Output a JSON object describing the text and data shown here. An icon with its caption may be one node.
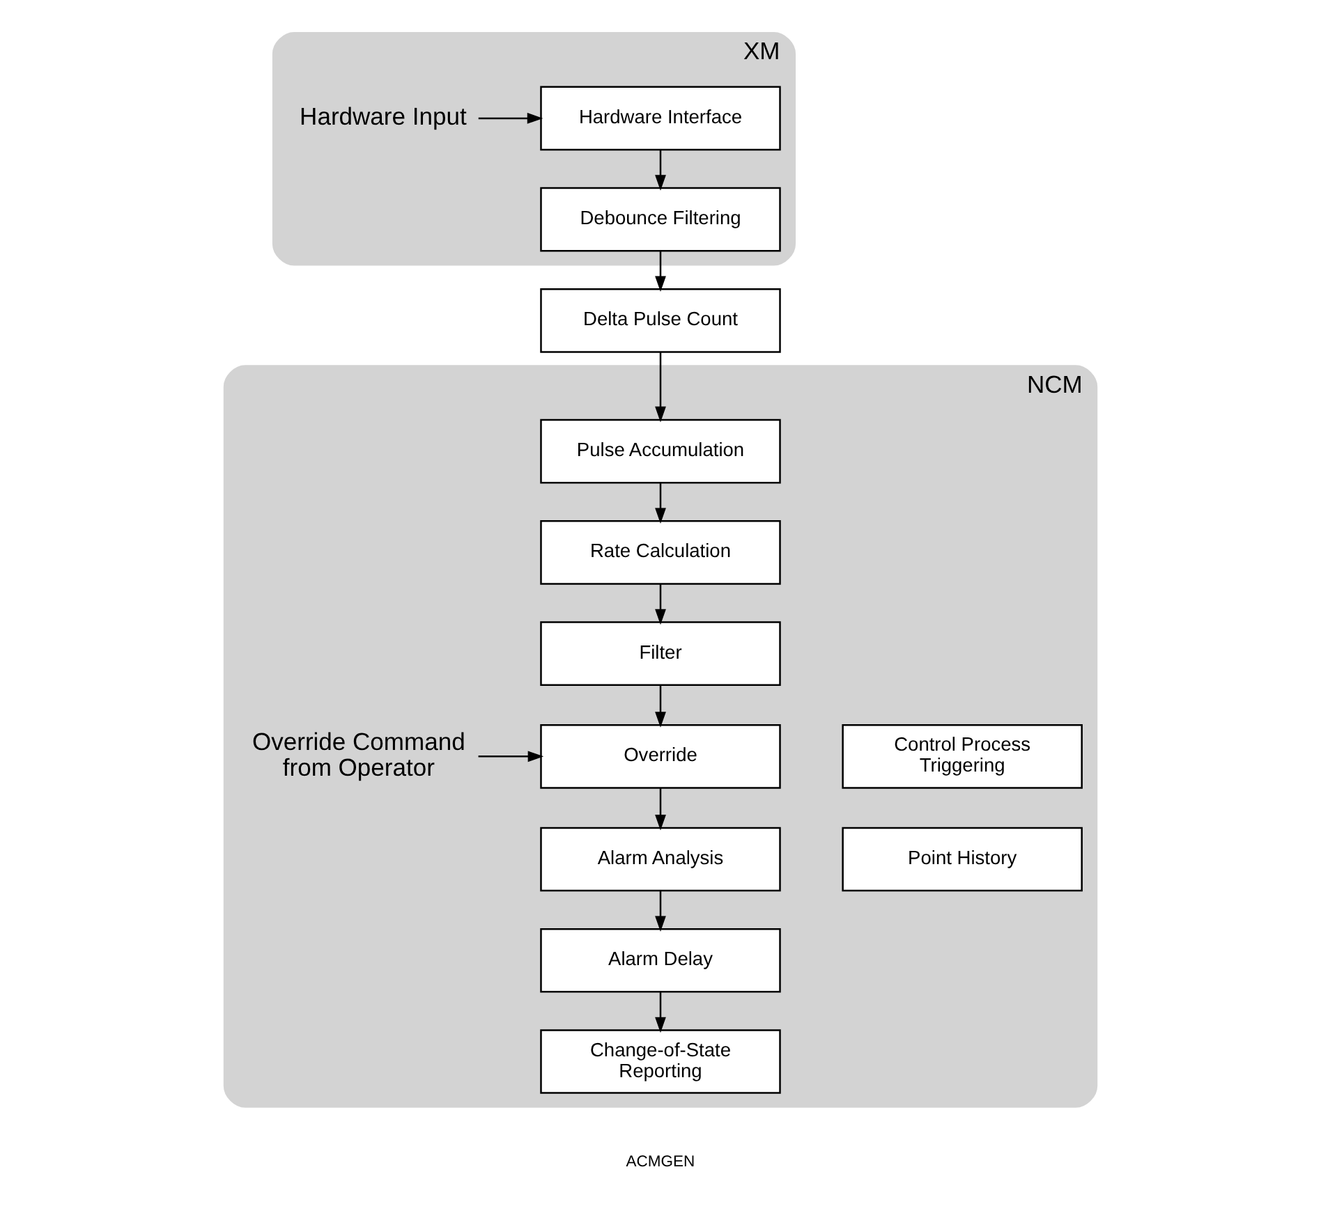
{
  "diagram": {
    "nodes": [
      {
        "text": [
          "XM"
        ]
      },
      {
        "text": [
          "Hardware Input"
        ],
        "in": 0
      },
      {
        "text": [
          "Hardware Interface"
        ],
        "in": 0
      },
      {
        "text": [
          "Debounce Filtering"
        ],
        "in": 0
      },
      {
        "text": [
          "Delta Pulse Count"
        ]
      },
      {
        "text": [
          "NCM"
        ]
      },
      {
        "text": [
          "Pulse Accumulation"
        ],
        "in": 5
      },
      {
        "text": [
          "Rate Calculation"
        ],
        "in": 5
      },
      {
        "text": [
          "Filter"
        ],
        "in": 5
      },
      {
        "text": [
          "Override Command from Operator"
        ],
        "in": 5
      },
      {
        "text": [
          "Override"
        ],
        "in": 5
      },
      {
        "text": [
          "Control Process Triggering"
        ],
        "in": 5
      },
      {
        "text": [
          "Alarm Analysis"
        ],
        "in": 5
      },
      {
        "text": [
          "Point History"
        ],
        "in": 5
      },
      {
        "text": [
          "Alarm Delay"
        ],
        "in": 5
      },
      {
        "text": [
          "Change-of-State Reporting"
        ],
        "in": 5
      }
    ],
    "edges": [
      {
        "from": 1,
        "to": 2,
        "arrow": "to"
      },
      {
        "from": 2,
        "to": 3,
        "arrow": "to"
      },
      {
        "from": 3,
        "to": 4,
        "arrow": "to"
      },
      {
        "from": 4,
        "to": 6,
        "arrow": "to"
      },
      {
        "from": 6,
        "to": 7,
        "arrow": "to"
      },
      {
        "from": 7,
        "to": 8,
        "arrow": "to"
      },
      {
        "from": 8,
        "to": 10,
        "arrow": "to"
      },
      {
        "from": 9,
        "to": 10,
        "arrow": "to"
      },
      {
        "from": 10,
        "to": 12,
        "arrow": "to"
      },
      {
        "from": 12,
        "to": 14,
        "arrow": "to"
      },
      {
        "from": 14,
        "to": 15,
        "arrow": "to"
      }
    ],
    "labels": [
      "ACMGEN"
    ]
  }
}
